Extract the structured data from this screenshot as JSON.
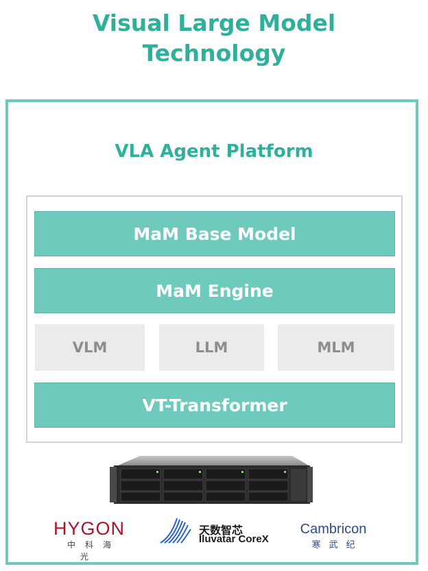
{
  "title": {
    "line1": "Visual Large Model",
    "line2": "Technology"
  },
  "platform": {
    "title": "VLA Agent Platform",
    "base_model": "MaM Base Model",
    "engine": "MaM Engine",
    "models": [
      "VLM",
      "LLM",
      "MLM"
    ],
    "transformer": "VT-Transformer"
  },
  "hardware": {
    "icon": "server-rack-icon"
  },
  "partners": {
    "hygon": {
      "name": "HYGON",
      "subtitle": "中科海光"
    },
    "iluvatar": {
      "name_cn": "天数智芯",
      "name_en": "Iluvatar CoreX"
    },
    "cambricon": {
      "name": "Cambricon",
      "subtitle": "寒武纪"
    }
  },
  "colors": {
    "accent": "#2fb09c",
    "bar_fill": "#6ecabd",
    "chip_fill": "#ebebeb",
    "chip_text": "#8e8e8e"
  }
}
